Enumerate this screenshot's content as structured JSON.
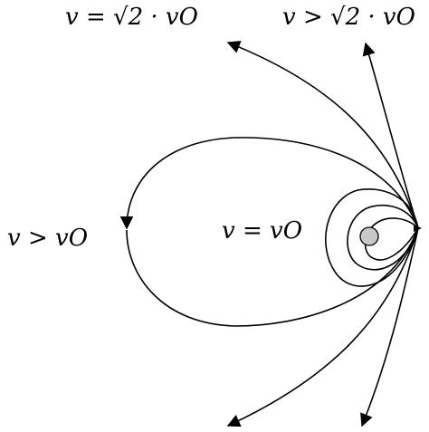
{
  "labels": {
    "top_left": "v = √2 · vO",
    "top_right": "v > √2 · vO",
    "left": "> v > vO",
    "center": "v = vO"
  },
  "colors": {
    "stroke": "#000000",
    "planet_fill": "#c8c8c8"
  }
}
